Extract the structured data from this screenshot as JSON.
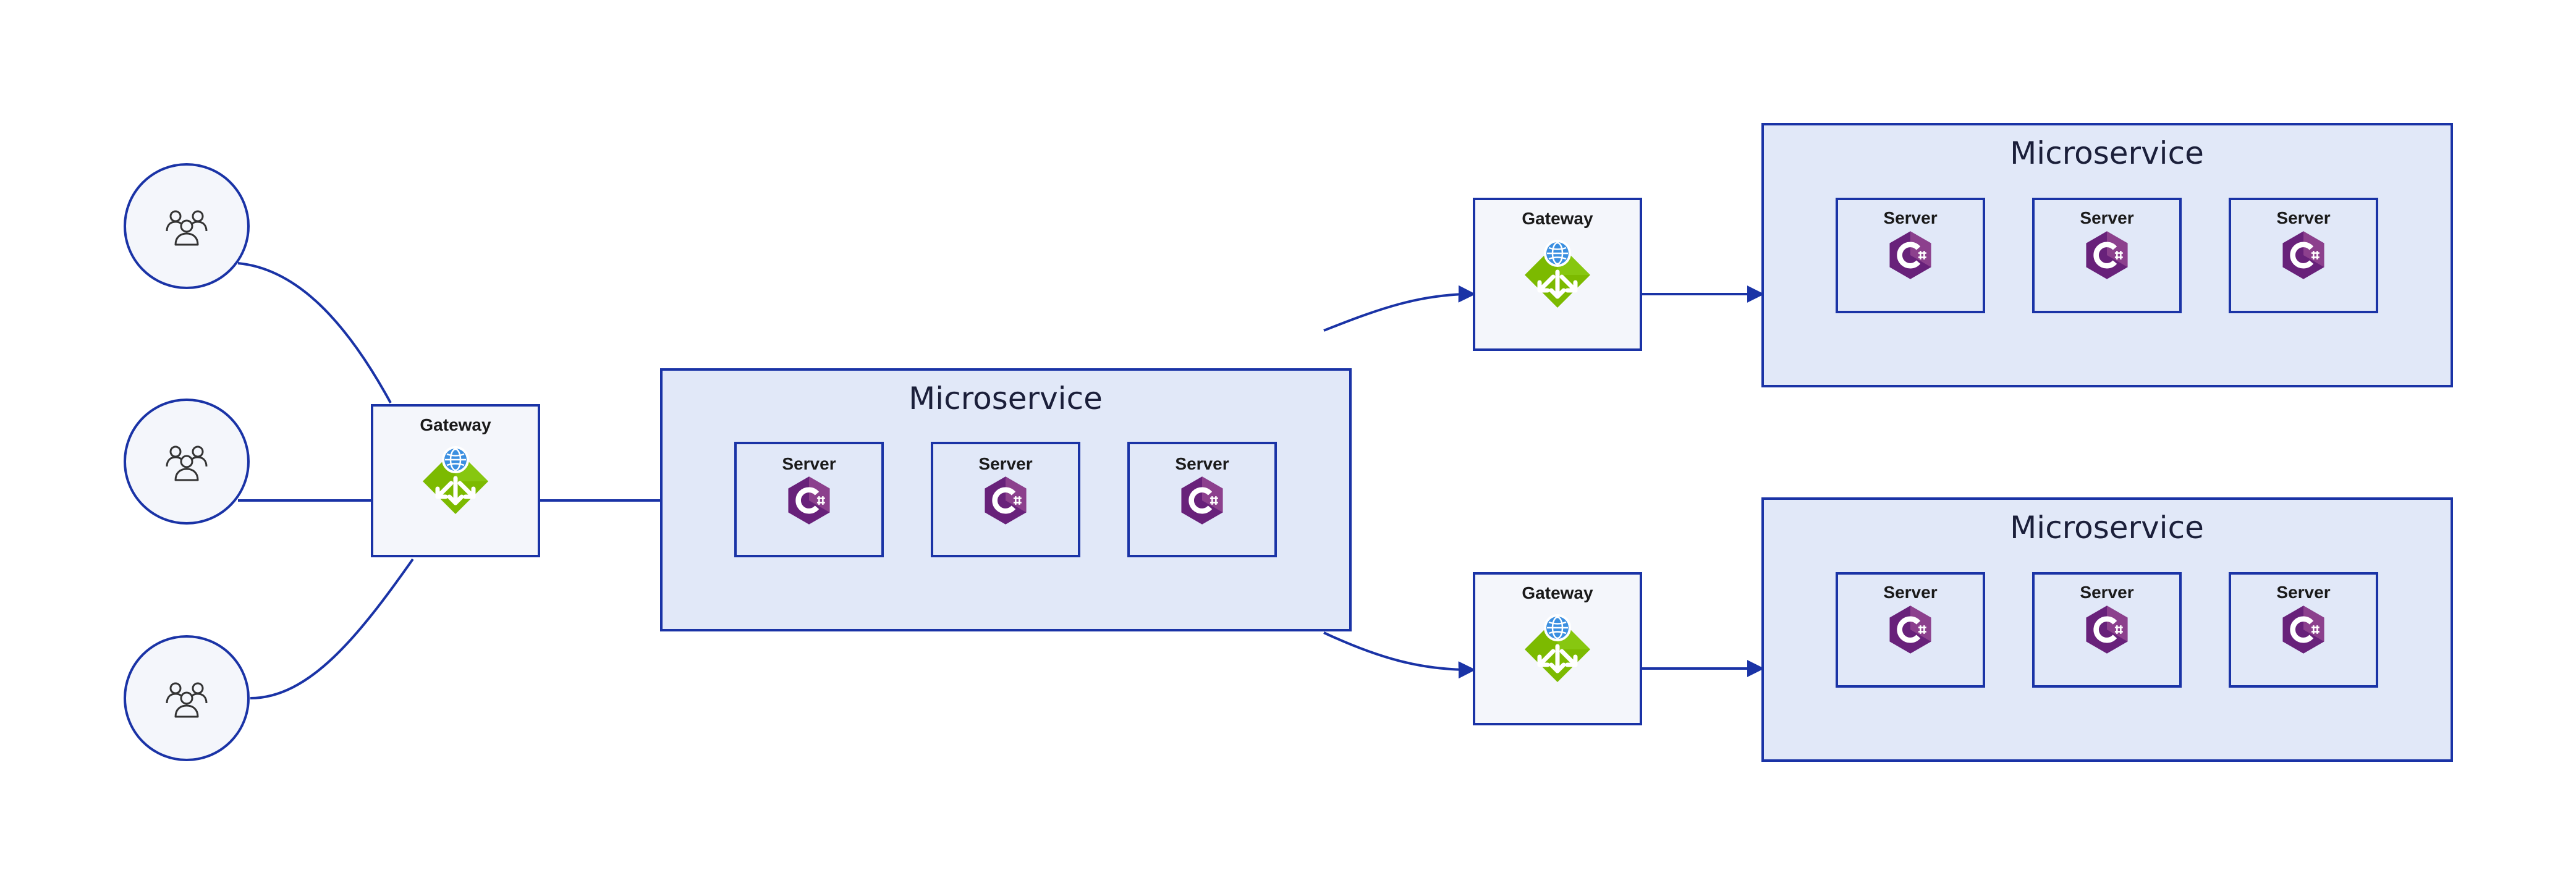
{
  "labels": {
    "gateway": "Gateway",
    "server": "Server",
    "microservice": "Microservice"
  },
  "icons": {
    "user": "users-group-icon",
    "gateway": "api-gateway-icon",
    "server": "csharp-icon"
  },
  "colors": {
    "line": "#1a33a6",
    "box_border": "#1a33a6",
    "gateway_fill": "#f4f6fb",
    "microservice_fill": "#e1e8f8",
    "server_fill": "#e1e8f8",
    "user_fill": "#f4f6fb",
    "gateway_icon_green": "#7cba00",
    "csharp_purple": "#68217a"
  }
}
